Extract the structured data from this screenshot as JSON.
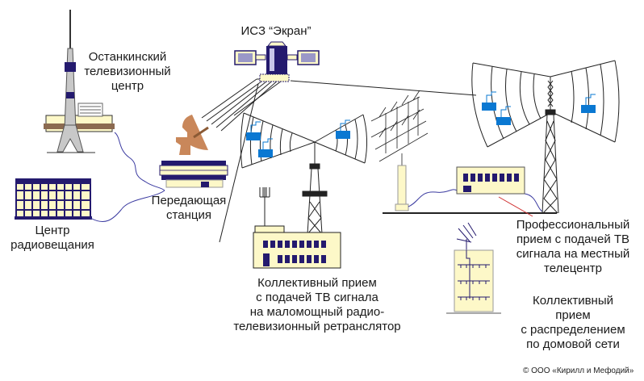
{
  "diagram": {
    "title": "Схема телевизионного вещания через ИСЗ «Экран»",
    "colors": {
      "building_fill": "#fdf8c8",
      "dark_blue": "#241a6e",
      "dish_brown": "#c9875a",
      "tower_gray": "#c8c8c8",
      "receiver_blue": "#0a78d2",
      "line": "#222222",
      "cable": "#3a3aa0",
      "red_line": "#d03030"
    },
    "labels": {
      "ostankino": [
        "Останкинский",
        "телевизионный",
        "центр"
      ],
      "satellite": "ИСЗ “Экран”",
      "transmitting_station": [
        "Передающая",
        "станция"
      ],
      "radio_center": [
        "Центр",
        "радиовещания"
      ],
      "collective_relay": [
        "Коллективный прием",
        "с подачей ТВ сигнала",
        "на маломощный радио-",
        "телевизионный ретранслятор"
      ],
      "professional": [
        "Профессиональный",
        "прием с подачей ТВ",
        "сигнала на местный",
        "телецентр"
      ],
      "collective_home": [
        "Коллективный",
        "прием",
        "с распределением",
        "по домовой сети"
      ]
    },
    "copyright": "© ООО «Кирилл и Мефодий»"
  }
}
